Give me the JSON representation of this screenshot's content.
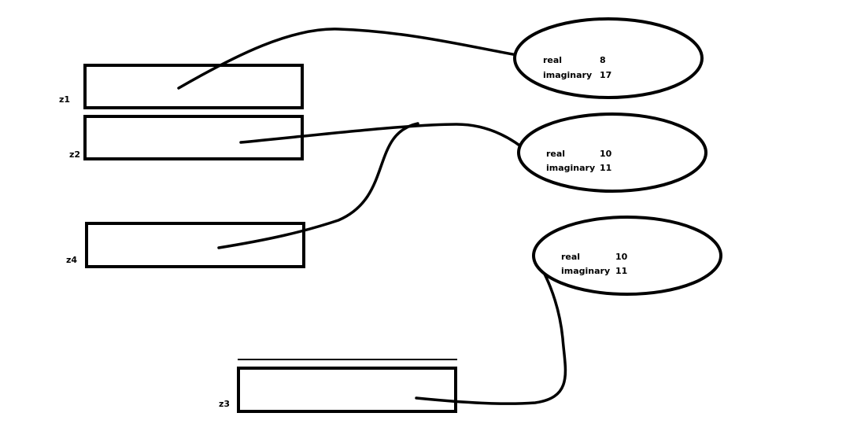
{
  "variables": {
    "z1": "z1",
    "z2": "z2",
    "z3": "z3",
    "z4": "z4"
  },
  "objects": [
    {
      "real_label": "real",
      "real_value": "8",
      "imaginary_label": "imaginary",
      "imaginary_value": "17"
    },
    {
      "real_label": "real",
      "real_value": "10",
      "imaginary_label": "imaginary",
      "imaginary_value": "11"
    },
    {
      "real_label": "real",
      "real_value": "10",
      "imaginary_label": "imaginary",
      "imaginary_value": "11"
    }
  ]
}
